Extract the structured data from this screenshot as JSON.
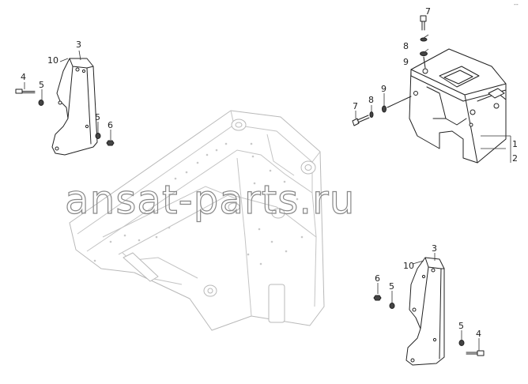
{
  "watermark": "ansat-parts.ru",
  "corner_mark": "--",
  "callouts": {
    "tl_3": "3",
    "tl_10": "10",
    "tl_4": "4",
    "tl_5a": "5",
    "tl_5b": "5",
    "tl_6": "6",
    "tr_7a": "7",
    "tr_8a": "8",
    "tr_9a": "9",
    "tr_7b": "7",
    "tr_8b": "8",
    "tr_9b": "9",
    "tr_1": "1",
    "tr_2": "2",
    "br_3": "3",
    "br_10": "10",
    "br_6": "6",
    "br_5a": "5",
    "br_5b": "5",
    "br_4": "4"
  }
}
